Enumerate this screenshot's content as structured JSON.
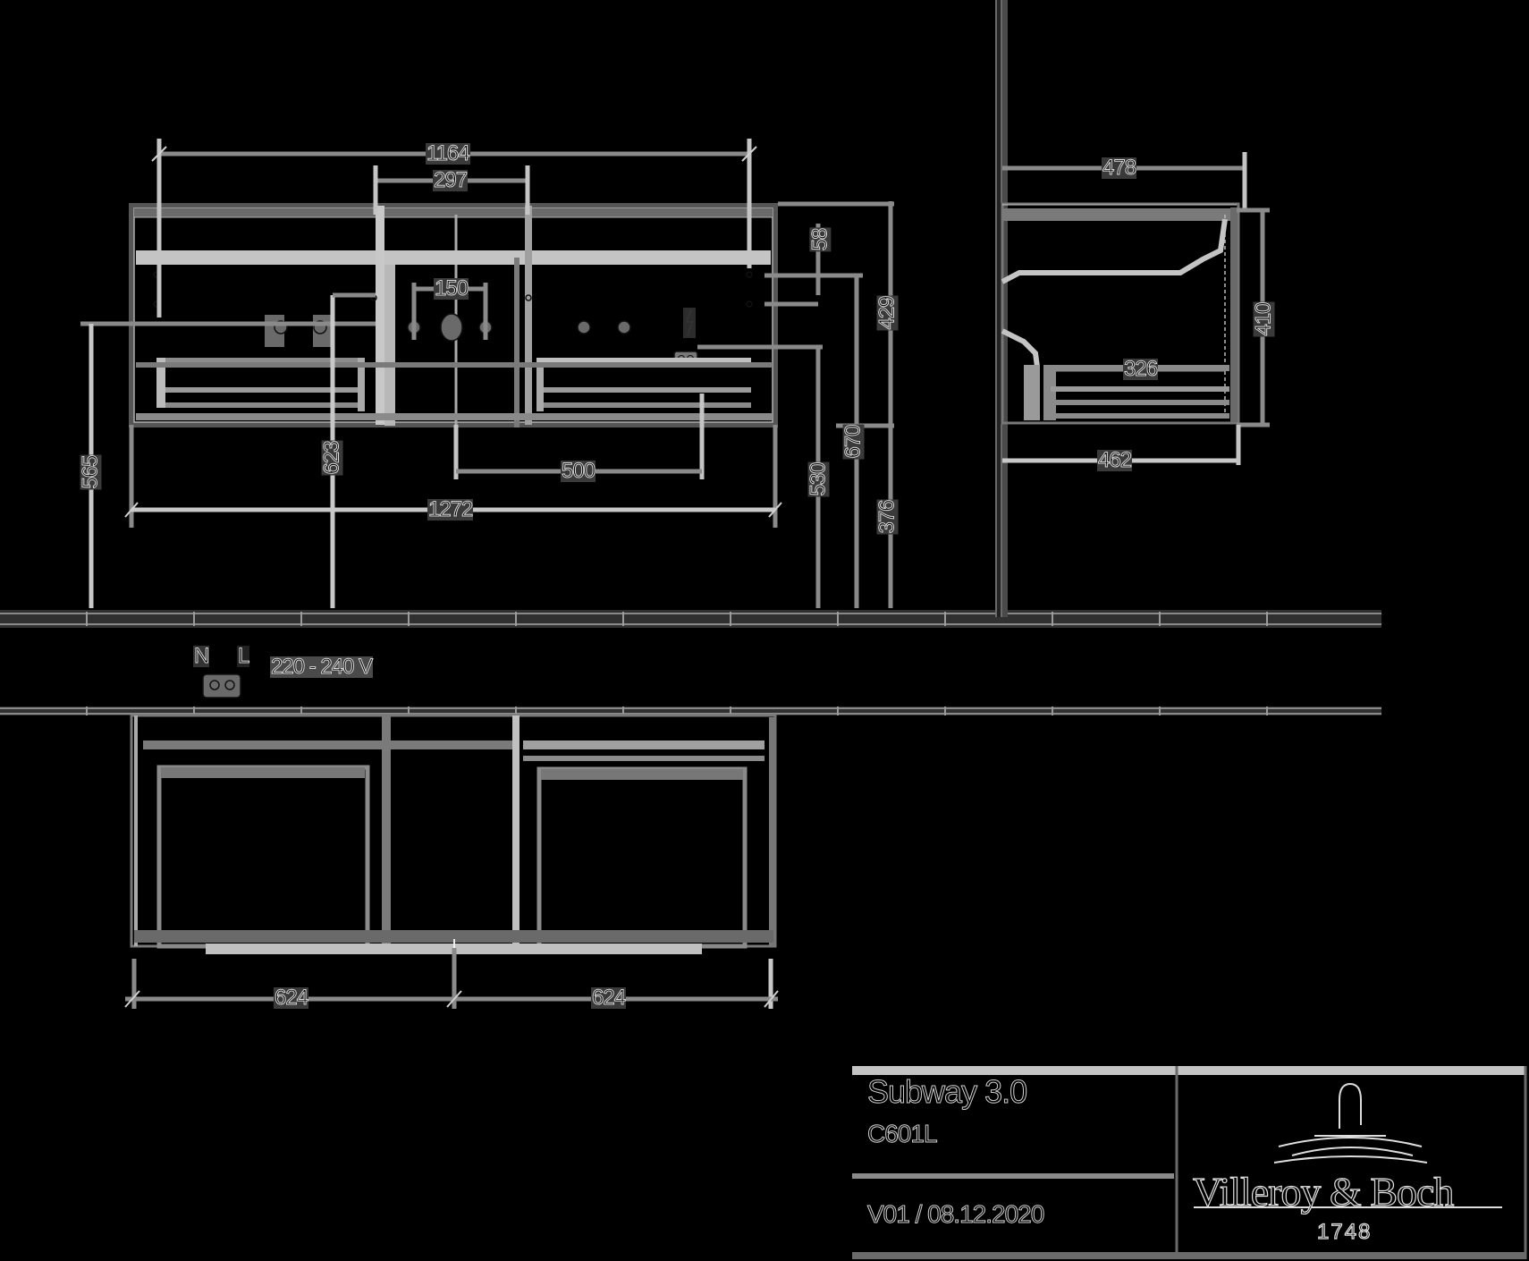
{
  "drawing": {
    "background": "#000000",
    "line_color": "#7a7a7a",
    "highlight_line_color": "#c4c4c4"
  },
  "front_view": {
    "dimensions": {
      "overall_top_width": "1164",
      "siphon_spacing": "297",
      "tap_spacing": "150",
      "height_top_to_outlet": "58",
      "cabinet_height": "429",
      "height_to_waste_left": "565",
      "height_to_tap_center": "623",
      "drawer_width_inner": "500",
      "overall_width": "1272",
      "height_to_socket": "530",
      "height_to_top": "670",
      "floor_clearance": "376"
    }
  },
  "side_view": {
    "dimensions": {
      "overall_depth": "478",
      "height": "410",
      "drawer_depth": "326",
      "carcass_depth": "462"
    }
  },
  "electrical": {
    "neutral_label": "N",
    "live_label": "L",
    "voltage": "220 - 240 V"
  },
  "plan_view": {
    "dimensions": {
      "left_width": "624",
      "right_width": "624"
    }
  },
  "title_block": {
    "product_name": "Subway 3.0",
    "article_code": "C601L",
    "version_date": "V01 / 08.12.2020",
    "brand_name": "Villeroy & Boch",
    "brand_year": "1748"
  }
}
